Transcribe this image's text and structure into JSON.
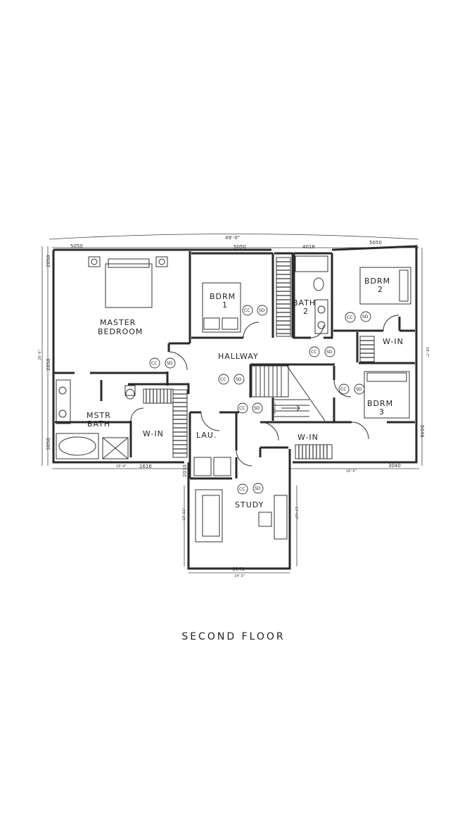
{
  "title": "SECOND FLOOR",
  "rooms": {
    "master_bedroom_1": "MASTER",
    "master_bedroom_2": "BEDROOM",
    "bdrm1_a": "BDRM",
    "bdrm1_b": "1",
    "bath2_a": "BATH",
    "bath2_b": "2",
    "bdrm2_a": "BDRM",
    "bdrm2_b": "2",
    "bdrm3_a": "BDRM",
    "bdrm3_b": "3",
    "hallway": "HALLWAY",
    "mstr_bath_a": "MSTR",
    "mstr_bath_b": "BATH",
    "win_master": "W-IN",
    "win_bdrm2": "W-IN",
    "win_bdrm3": "W-IN",
    "laundry": "LAU.",
    "study": "STUDY",
    "stair_down": "DOWN"
  },
  "symbols": {
    "cc": "CC",
    "sd": "SD"
  },
  "dimensions": {
    "overall_width": "49'-0\"",
    "top_1": "5050",
    "top_2": "5050",
    "top_3": "4016",
    "top_4": "5050",
    "left_1": "2050",
    "left_2": "28'-6\"",
    "left_3": "2050",
    "left_4": "3050",
    "right_1": "28'-7\"",
    "right_2": "5046",
    "bottom_left_ft": "18'-4\"",
    "bottom_left_mm": "1616",
    "bottom_mid": "2030",
    "bottom_right_ft": "16'-5\"",
    "bottom_right_mm": "3040",
    "study_left": "13'-11\"",
    "study_right": "13'-10\"",
    "study_bottom_mm": "6040",
    "study_bottom_ft": "14'-3\""
  }
}
